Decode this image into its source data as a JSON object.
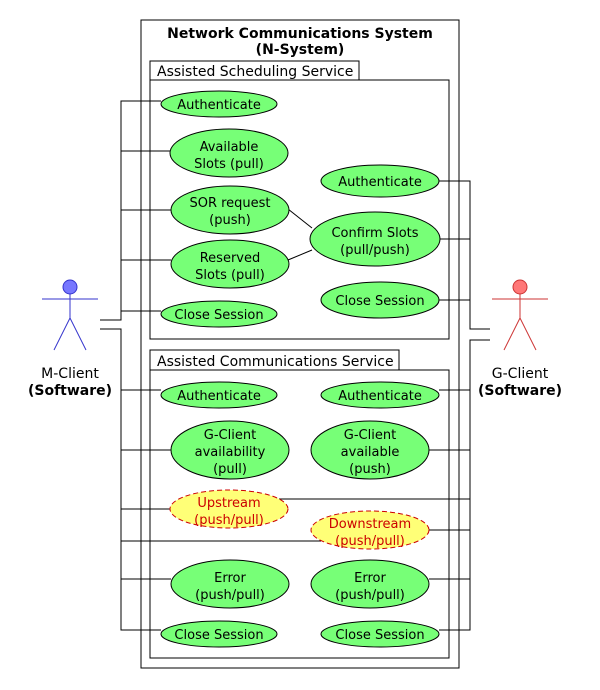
{
  "system": {
    "title_line1": "Network Communications System",
    "title_line2": "(N-System)"
  },
  "packages": {
    "scheduling": "Assisted Scheduling Service",
    "communications": "Assisted Communications Service"
  },
  "actors": {
    "m_client": {
      "name": "M-Client",
      "type": "(Software)",
      "color": "#5555ff"
    },
    "g_client": {
      "name": "G-Client",
      "type": "(Software)",
      "color": "#ff4444"
    }
  },
  "use_cases": {
    "s_auth_m": [
      "Authenticate"
    ],
    "s_avail_slots": [
      "Available",
      "Slots (pull)"
    ],
    "s_sor": [
      "SOR request",
      "(push)"
    ],
    "s_reserved": [
      "Reserved",
      "Slots (pull)"
    ],
    "s_close_m": [
      "Close Session"
    ],
    "s_auth_g": [
      "Authenticate"
    ],
    "s_confirm": [
      "Confirm Slots",
      "(pull/push)"
    ],
    "s_close_g": [
      "Close Session"
    ],
    "c_auth_m": [
      "Authenticate"
    ],
    "c_gclient_avail_pull": [
      "G-Client",
      "availability",
      "(pull)"
    ],
    "c_upstream": [
      "Upstream",
      "(push/pull)"
    ],
    "c_error_m": [
      "Error",
      "(push/pull)"
    ],
    "c_close_m": [
      "Close Session"
    ],
    "c_auth_g": [
      "Authenticate"
    ],
    "c_gclient_avail_push": [
      "G-Client",
      "available",
      "(push)"
    ],
    "c_downstream": [
      "Downstream",
      "(push/pull)"
    ],
    "c_error_g": [
      "Error",
      "(push/pull)"
    ],
    "c_close_g": [
      "Close Session"
    ]
  },
  "colors": {
    "usecase_fill": "#77ff77",
    "alt_fill": "#ffff77",
    "alt_text": "#cc0000",
    "alt_stroke": "#cc0000"
  }
}
